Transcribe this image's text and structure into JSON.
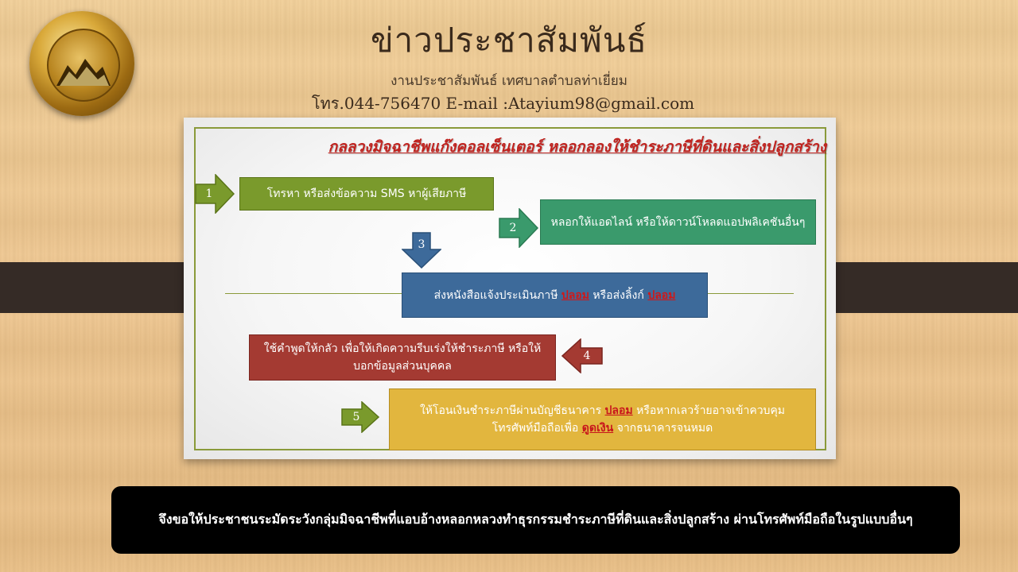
{
  "header": {
    "title": "ข่าวประชาสัมพันธ์",
    "subtitle": "งานประชาสัมพันธ์ เทศบาลตำบลท่าเยี่ยม",
    "contact": "โทร.044-756470 E-mail :Atayium98@gmail.com",
    "logo_icon": "municipality-seal-icon"
  },
  "card": {
    "title": "กลลวงมิจฉาชีพแก๊งคอลเซ็นเตอร์ หลอกลองให้ชำระภาษีที่ดินและสิ่งปลูกสร้าง",
    "steps": [
      {
        "num": "1",
        "text": "โทรหา หรือส่งข้อความ SMS หาผู้เสียภาษี",
        "color": "#7a9a2c"
      },
      {
        "num": "2",
        "text": "หลอกให้แอดไลน์ หรือให้ดาวน์โหลดแอปพลิเคชันอื่นๆ",
        "color": "#3a9a6c"
      },
      {
        "num": "3",
        "text_a": "ส่งหนังสือแจ้งประเมินภาษี ",
        "fake1": "ปลอม",
        "text_b": " หรือส่งลิ้งก์ ",
        "fake2": "ปลอม",
        "color": "#3d6a9a"
      },
      {
        "num": "4",
        "text": "ใช้คำพูดให้กลัว เพื่อให้เกิดความรีบเร่งให้ชำระภาษี หรือให้บอกข้อมูลส่วนบุคคล",
        "color": "#a43a32"
      },
      {
        "num": "5",
        "text_a": "ให้โอนเงินชำระภาษีผ่านบัญชีธนาคาร ",
        "fake1": "ปลอม",
        "text_b": " หรือหากเลวร้ายอาจเข้าควบคุมโทรศัพท์มือถือเพื่อ ",
        "fake2": "ดูดเงิน",
        "text_c": " จากธนาคารจนหมด",
        "color": "#e2b63e"
      }
    ]
  },
  "banner": {
    "text": "จึงขอให้ประชาชนระมัดระวังกลุ่มมิจฉาชีพที่แอบอ้างหลอกหลวงทำธุรกรรมชำระภาษีที่ดินและสิ่งปลูกสร้าง ผ่านโทรศัพท์มือถือในรูปแบบอื่นๆ"
  }
}
